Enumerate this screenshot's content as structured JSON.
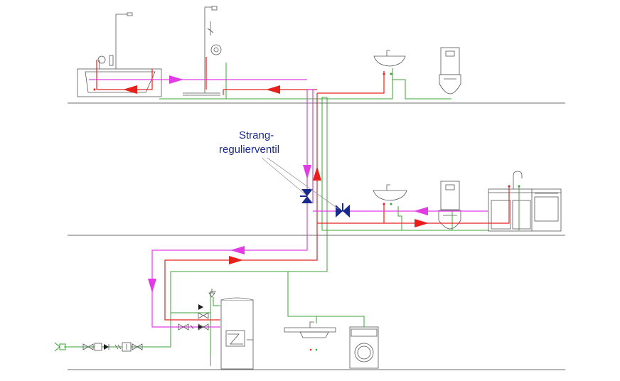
{
  "annotation": {
    "line1": "Strang-",
    "line2": "regulierventil"
  },
  "colors": {
    "cold_water": "#3aa335",
    "hot_water": "#e8201c",
    "circulation": "#e23be6",
    "valve": "#1a2a8c",
    "fixture_outline": "#555555",
    "floor_line": "#6b6b6b"
  },
  "floors": 3
}
